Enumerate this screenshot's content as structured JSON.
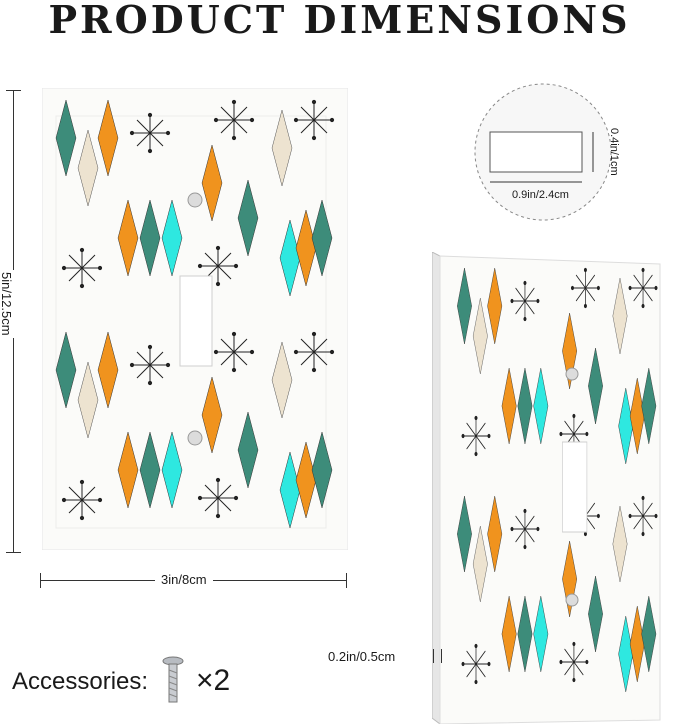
{
  "title": "PRODUCT DIMENSIONS",
  "dimensions": {
    "height": "5in/12.5cm",
    "width": "3in/8cm",
    "thickness": "0.2in/0.5cm",
    "opening_width": "0.9in/2.4cm",
    "opening_height": "0.4in/1cm"
  },
  "accessories": {
    "label": "Accessories:",
    "quantity": "×2",
    "icon": "screw-icon"
  },
  "pattern_colors": {
    "teal": "#3d8c7a",
    "orange": "#f0931e",
    "cream": "#ede3d0",
    "aqua": "#2ee8e0"
  }
}
